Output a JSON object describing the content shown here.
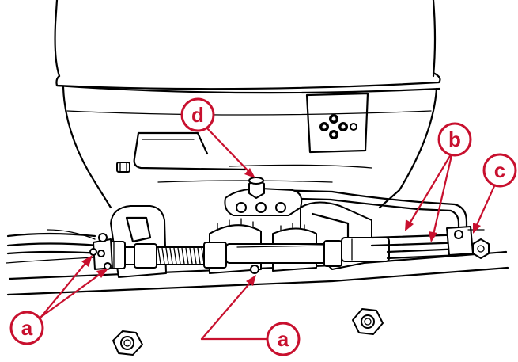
{
  "callout_color": "#c8102e",
  "line_color": "#000000",
  "callouts": {
    "a_left": "a",
    "a_right": "a",
    "b": "b",
    "c": "c",
    "d": "d"
  }
}
